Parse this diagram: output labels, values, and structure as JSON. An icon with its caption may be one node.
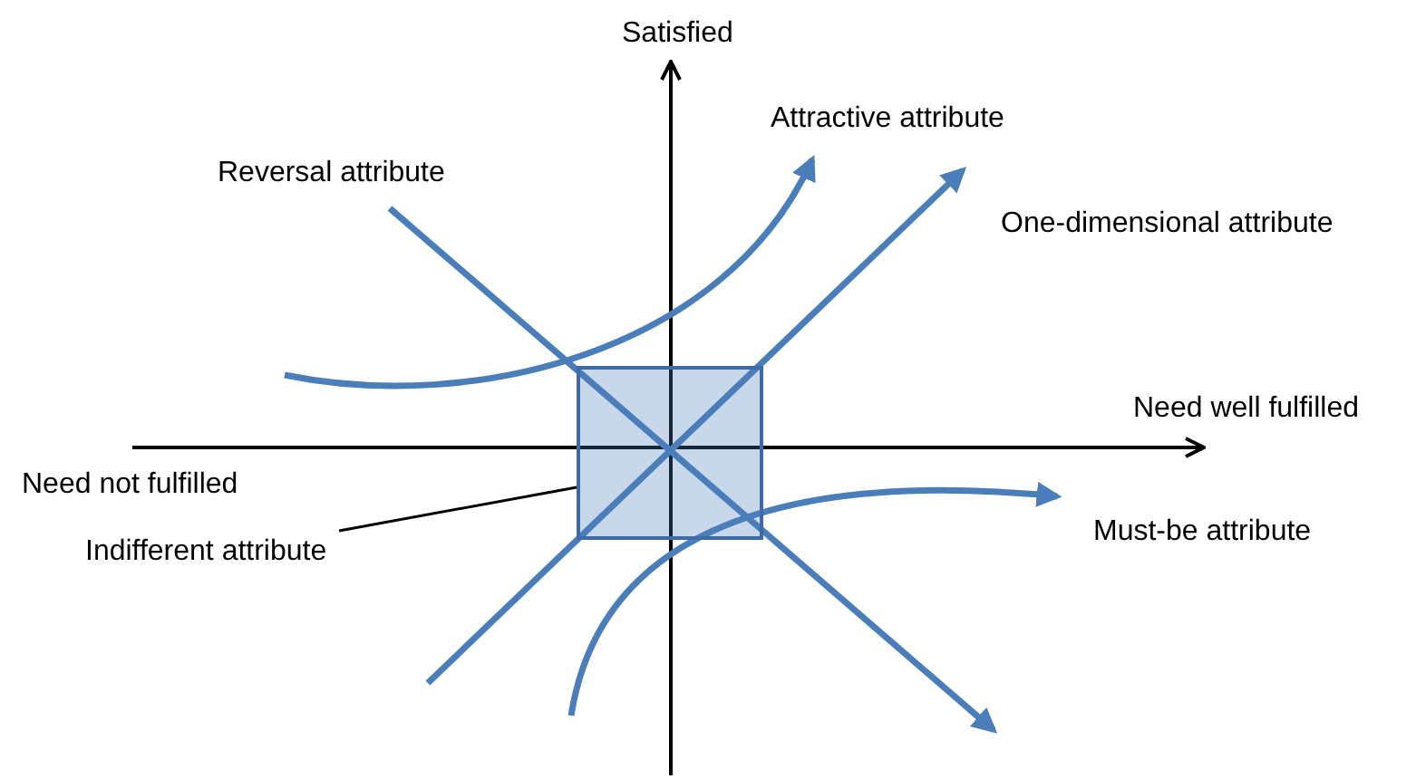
{
  "diagram": {
    "nodes": [
      {
        "text": [
          "Indifferent attribute"
        ]
      },
      {
        "text": [],
        "shape": "box"
      }
    ],
    "edges": [
      {
        "from": 0,
        "to": 1,
        "arrow": "none"
      }
    ],
    "labels": [
      "Satisfied",
      "Attractive attribute",
      "Reversal attribute",
      "One-dimensional attribute",
      "Need well fulfilled",
      "Need not fulfilled",
      "Must-be attribute"
    ]
  }
}
